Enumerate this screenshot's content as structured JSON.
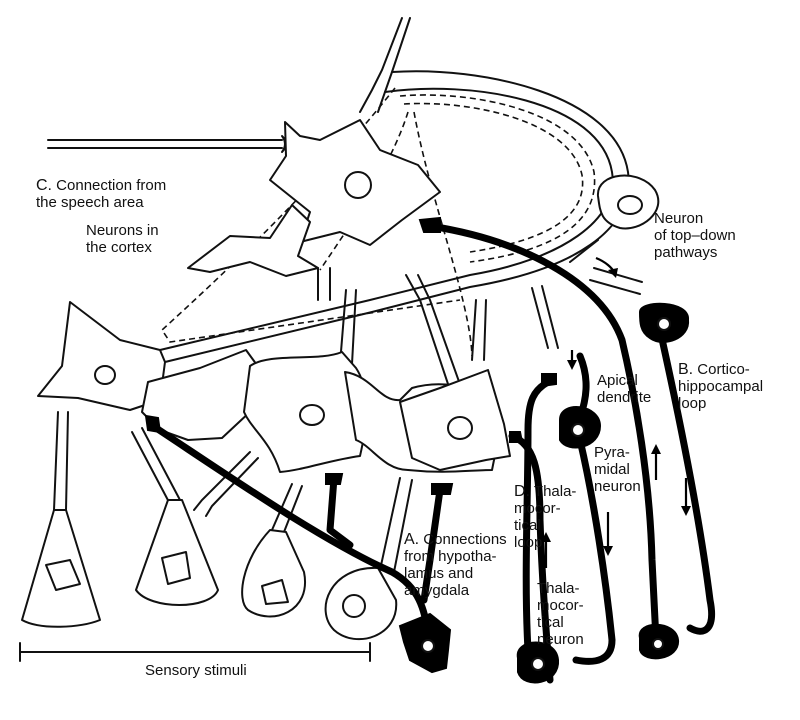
{
  "labels": {
    "connection_speech": {
      "key": "C.",
      "text": "Connection from\nthe speech area"
    },
    "neurons_cortex": "Neurons in\nthe cortex",
    "top_down": "Neuron\nof top–down\npathways",
    "cortico": {
      "key": "B.",
      "text": "Cortico-\nhippocampal\nloop"
    },
    "apical": "Apical\ndendrite",
    "pyramidal": "Pyra-\nmidal\nneuron",
    "thalamo_loop": {
      "key": "D.",
      "text": "Thala-\nmocor-\ntical\nloop"
    },
    "thalamo_neuron": "Thala-\nmocor-\ntical\nneuron",
    "connections_hypo": {
      "key": "A.",
      "text": "Connections\nfrom hypotha-\nlamus and\namygdala"
    },
    "sensory": "Sensory stimuli"
  },
  "colors": {
    "line": "#111111",
    "fill": "#ffffff",
    "pathway": "#000000"
  }
}
